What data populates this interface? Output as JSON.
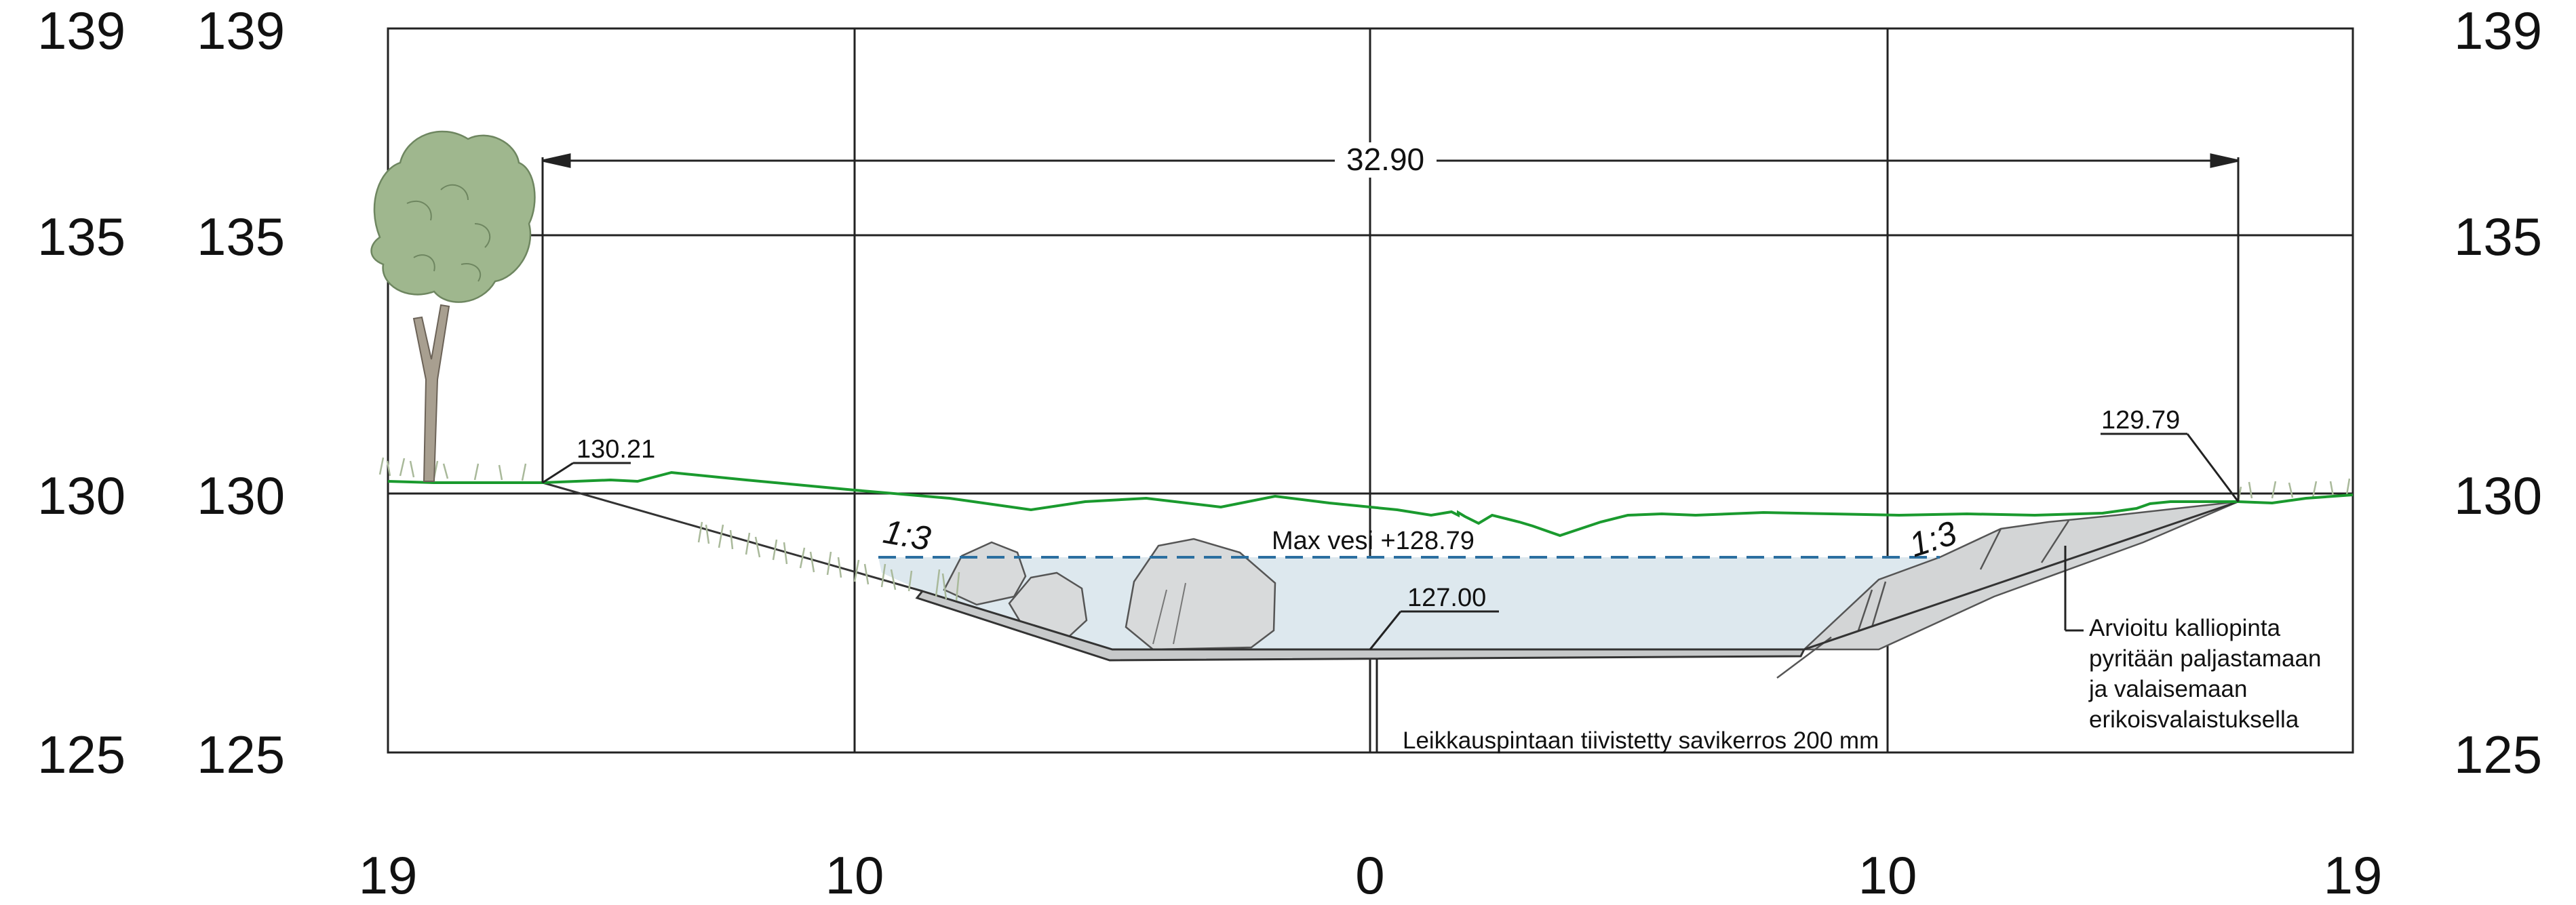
{
  "elevation_labels": {
    "left_outer": [
      "139",
      "135",
      "130",
      "125"
    ],
    "left_inner": [
      "139",
      "135",
      "130",
      "125"
    ],
    "right": [
      "139",
      "135",
      "130",
      "125"
    ]
  },
  "station_labels": [
    "19",
    "10",
    "0",
    "10",
    "19"
  ],
  "dimension": {
    "width_label": "32.90"
  },
  "spot_levels": {
    "left_top": "130.21",
    "right_top": "129.79",
    "bottom": "127.00"
  },
  "water": {
    "label": "Max vesi +128.79"
  },
  "slopes": {
    "left": "1:3",
    "right": "1:3"
  },
  "notes": {
    "clay_layer": "Leikkauspintaan tiivistetty savikerros 200 mm",
    "bedrock": [
      "Arvioitu kalliopinta",
      "pyritään paljastamaan",
      "ja valaisemaan",
      "erikoisvalaistuksella"
    ]
  },
  "colors": {
    "ground_line": "#1a9a2e",
    "water_fill": "#dde8ee",
    "water_line": "#2b6fa0",
    "rock_fill": "#d8dadb",
    "tree_foliage": "#9fb78e",
    "grid": "#222222"
  }
}
